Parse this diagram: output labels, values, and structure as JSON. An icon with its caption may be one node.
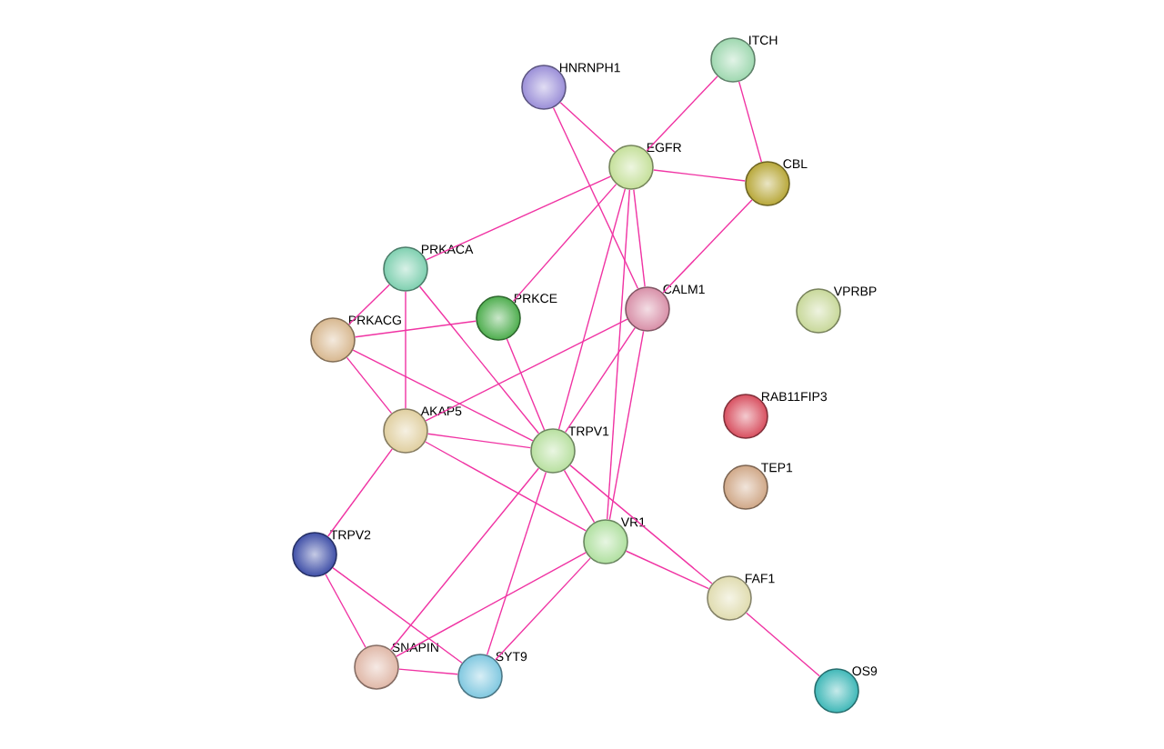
{
  "diagram": {
    "nodes": [
      {
        "text": [
          "HNRNPH1"
        ]
      },
      {
        "text": [
          "ITCH"
        ]
      },
      {
        "text": [
          "EGFR"
        ]
      },
      {
        "text": [
          "CBL"
        ]
      },
      {
        "text": [
          "PRKACA"
        ]
      },
      {
        "text": [
          "PRKCE"
        ]
      },
      {
        "text": [
          "CALM1"
        ]
      },
      {
        "text": [
          "VPRBP"
        ]
      },
      {
        "text": [
          "PRKACG"
        ]
      },
      {
        "text": [
          "AKAP5"
        ]
      },
      {
        "text": [
          "TRPV1"
        ]
      },
      {
        "text": [
          "RAB11FIP3"
        ]
      },
      {
        "text": [
          "TEP1"
        ]
      },
      {
        "text": [
          "TRPV2"
        ]
      },
      {
        "text": [
          "VR1"
        ]
      },
      {
        "text": [
          "FAF1"
        ]
      },
      {
        "text": [
          "SNAPIN"
        ]
      },
      {
        "text": [
          "SYT9"
        ]
      },
      {
        "text": [
          "OS9"
        ]
      }
    ],
    "edges": [
      {
        "from": 0,
        "to": 2,
        "arrow": "none"
      },
      {
        "from": 0,
        "to": 6,
        "arrow": "none"
      },
      {
        "from": 1,
        "to": 2,
        "arrow": "none"
      },
      {
        "from": 1,
        "to": 3,
        "arrow": "none"
      },
      {
        "from": 2,
        "to": 3,
        "arrow": "none"
      },
      {
        "from": 2,
        "to": 4,
        "arrow": "none"
      },
      {
        "from": 2,
        "to": 5,
        "arrow": "none"
      },
      {
        "from": 2,
        "to": 10,
        "arrow": "none"
      },
      {
        "from": 2,
        "to": 14,
        "arrow": "none"
      },
      {
        "from": 2,
        "to": 6,
        "arrow": "none"
      },
      {
        "from": 3,
        "to": 6,
        "arrow": "none"
      },
      {
        "from": 4,
        "to": 8,
        "arrow": "none"
      },
      {
        "from": 4,
        "to": 9,
        "arrow": "none"
      },
      {
        "from": 4,
        "to": 10,
        "arrow": "none"
      },
      {
        "from": 8,
        "to": 5,
        "arrow": "none"
      },
      {
        "from": 8,
        "to": 9,
        "arrow": "none"
      },
      {
        "from": 8,
        "to": 10,
        "arrow": "none"
      },
      {
        "from": 5,
        "to": 10,
        "arrow": "none"
      },
      {
        "from": 6,
        "to": 9,
        "arrow": "none"
      },
      {
        "from": 6,
        "to": 10,
        "arrow": "none"
      },
      {
        "from": 6,
        "to": 14,
        "arrow": "none"
      },
      {
        "from": 9,
        "to": 10,
        "arrow": "none"
      },
      {
        "from": 9,
        "to": 14,
        "arrow": "none"
      },
      {
        "from": 9,
        "to": 13,
        "arrow": "none"
      },
      {
        "from": 10,
        "to": 14,
        "arrow": "none"
      },
      {
        "from": 10,
        "to": 15,
        "arrow": "none"
      },
      {
        "from": 10,
        "to": 16,
        "arrow": "none"
      },
      {
        "from": 10,
        "to": 17,
        "arrow": "none"
      },
      {
        "from": 14,
        "to": 15,
        "arrow": "none"
      },
      {
        "from": 14,
        "to": 16,
        "arrow": "none"
      },
      {
        "from": 14,
        "to": 17,
        "arrow": "none"
      },
      {
        "from": 13,
        "to": 16,
        "arrow": "none"
      },
      {
        "from": 13,
        "to": 17,
        "arrow": "none"
      },
      {
        "from": 16,
        "to": 17,
        "arrow": "none"
      },
      {
        "from": 15,
        "to": 18,
        "arrow": "none"
      }
    ]
  }
}
